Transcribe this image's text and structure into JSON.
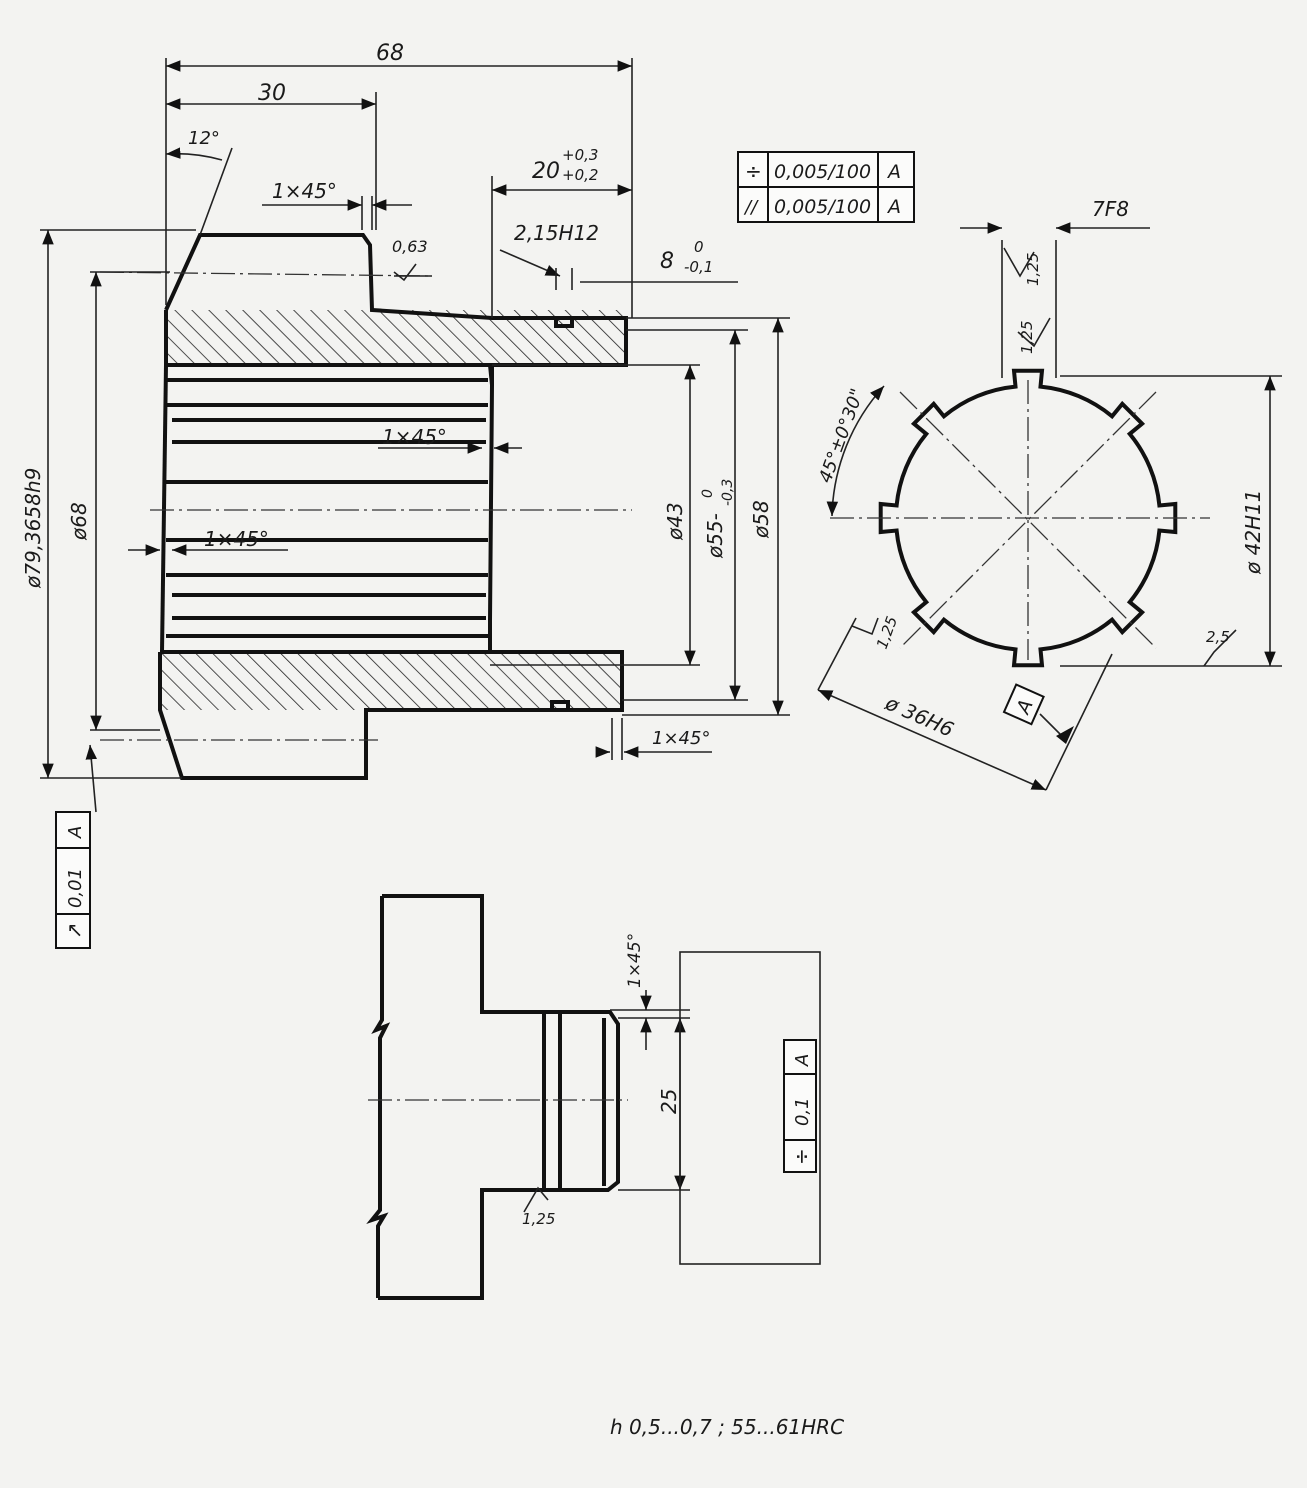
{
  "side_view": {
    "dim_length_total": "68",
    "dim_length_hub": "30",
    "dim_chamfer_angle": "12°",
    "dim_chamfer_top": "1×45°",
    "dim_groove_pos": "20",
    "dim_groove_pos_tol_upper": "+0,3",
    "dim_groove_pos_tol_lower": "+0,2",
    "dim_groove_width": "2,15H12",
    "dim_groove_dia": "8",
    "dim_groove_dia_tol_upper": "0",
    "dim_groove_dia_tol_lower": "-0,1",
    "roughness_top": "0,63",
    "dim_chamfer_inner_1": "1×45°",
    "dim_chamfer_inner_2": "1×45°",
    "dim_chamfer_bottom": "1×45°",
    "dim_outer_dia": "ø79,3658h9",
    "dim_hub_dia": "ø68",
    "dim_bore_43": "ø43",
    "dim_bore_55": "ø55-",
    "dim_bore_55_tol_upper": "0",
    "dim_bore_55_tol_lower": "-0,3",
    "dim_bore_58": "ø58",
    "runout_tolerance": {
      "symbol": "↗",
      "value": "0,01",
      "datum": "A"
    }
  },
  "feature_control_frame": {
    "rows": [
      {
        "symbol": "÷",
        "value": "0,005/100",
        "datum": "A"
      },
      {
        "symbol": "//",
        "value": "0,005/100",
        "datum": "A"
      }
    ]
  },
  "spline_view": {
    "dim_key_width": "7F8",
    "roughness_top_1": "1,25",
    "roughness_top_2": "1,25",
    "roughness_side": "1,25",
    "roughness_right": "2,5",
    "dim_angle": "45°±0°30\"",
    "dim_major": "ø 42H11",
    "dim_minor": "ø 36H6",
    "datum_label": "A"
  },
  "detail_view": {
    "dim_chamfer": "1×45°",
    "dim_width": "25",
    "roughness": "1,25",
    "symmetry_tolerance": {
      "symbol": "÷",
      "value": "0,1",
      "datum": "A"
    }
  },
  "note": {
    "text": "h 0,5...0,7 ; 55...61HRC"
  }
}
